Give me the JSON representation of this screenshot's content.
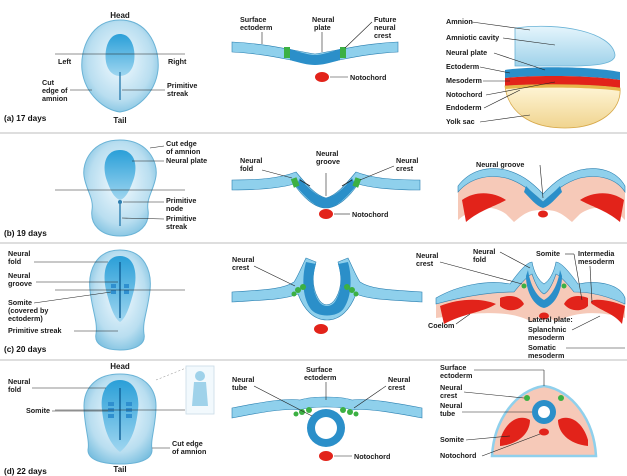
{
  "panels": [
    {
      "stage": "(a) 17 days",
      "embryo": {
        "head": "Head",
        "left": "Left",
        "right": "Right",
        "tail": "Tail",
        "cut_edge": "Cut\nedge of\namnion",
        "primitive_streak": "Primitive\nstreak"
      },
      "section": {
        "surface_ectoderm": "Surface\nectoderm",
        "neural_plate": "Neural\nplate",
        "future_neural_crest": "Future\nneural\ncrest",
        "notochord": "Notochord"
      },
      "detail": {
        "amnion": "Amnion",
        "amniotic_cavity": "Amniotic cavity",
        "neural_plate": "Neural plate",
        "ectoderm": "Ectoderm",
        "mesoderm": "Mesoderm",
        "notochord": "Notochord",
        "endoderm": "Endoderm",
        "yolk_sac": "Yolk sac"
      }
    },
    {
      "stage": "(b) 19 days",
      "embryo": {
        "cut_edge": "Cut edge\nof amnion",
        "neural_plate": "Neural plate",
        "primitive_node": "Primitive\nnode",
        "primitive_streak": "Primitive\nstreak"
      },
      "section": {
        "neural_fold": "Neural\nfold",
        "neural_groove": "Neural\ngroove",
        "neural_crest": "Neural\ncrest",
        "notochord": "Notochord"
      },
      "detail": {
        "neural_groove": "Neural groove"
      }
    },
    {
      "stage": "(c) 20 days",
      "embryo": {
        "neural_fold": "Neural\nfold",
        "neural_groove": "Neural\ngroove",
        "somite": "Somite\n(covered by\nectoderm)",
        "primitive_streak": "Primitive streak"
      },
      "section": {
        "neural_crest": "Neural\ncrest"
      },
      "detail": {
        "neural_crest": "Neural\ncrest",
        "neural_fold": "Neural\nfold",
        "somite": "Somite",
        "intermediate_mesoderm": "Intermedia\nmesoderm",
        "coelom": "Coelom",
        "lateral_plate": "Lateral plate:",
        "splanchnic": "Splanchnic\nmesoderm",
        "somatic": "Somatic\nmesoderm"
      }
    },
    {
      "stage": "(d) 22 days",
      "embryo": {
        "head": "Head",
        "neural_fold": "Neural\nfold",
        "somite": "Somite",
        "cut_edge": "Cut edge\nof amnion",
        "tail": "Tail"
      },
      "section": {
        "neural_tube": "Neural\ntube",
        "surface_ectoderm": "Surface\nectoderm",
        "neural_crest": "Neural\ncrest",
        "notochord": "Notochord"
      },
      "detail": {
        "surface_ectoderm": "Surface\nectoderm",
        "neural_crest": "Neural\ncrest",
        "neural_tube": "Neural\ntube",
        "somite": "Somite",
        "notochord": "Notochord"
      }
    }
  ]
}
